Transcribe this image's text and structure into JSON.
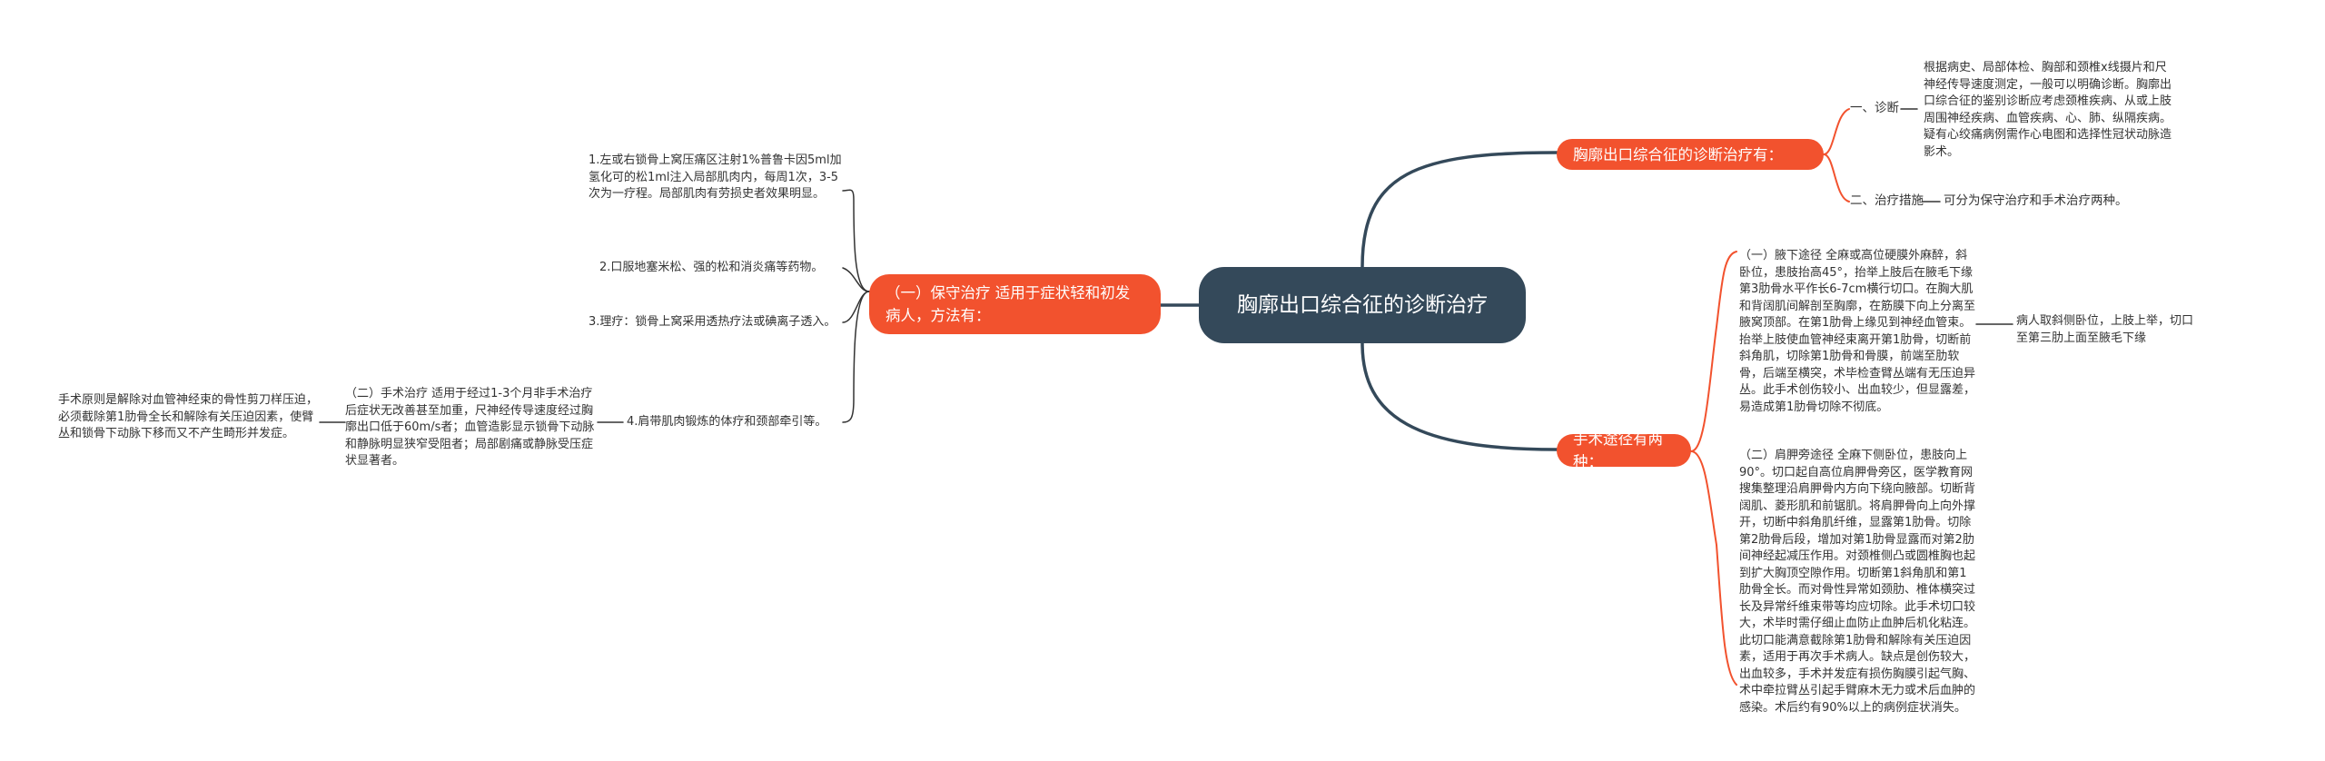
{
  "root": {
    "title": "胸廓出口综合征的诊断治疗"
  },
  "branches": {
    "diagnosis": {
      "label": "胸廓出口综合征的诊断治疗有：",
      "sub1_label": "一、诊断",
      "sub1_text": "根据病史、局部体检、胸部和颈椎x线摄片和尺神经传导速度测定，一般可以明确诊断。胸廓出口综合征的鉴别诊断应考虑颈椎疾病、从或上肢周围神经疾病、血管疾病、心、肺、纵隔疾病。疑有心绞痛病例需作心电图和选择性冠状动脉造影术。",
      "sub2_label": "二、治疗措施",
      "sub2_text": "可分为保守治疗和手术治疗两种。"
    },
    "surgery": {
      "label": "手术途径有两种：",
      "item1_text": "（一）腋下途径  全麻或高位硬膜外麻醉，斜卧位，患肢抬高45°，抬举上肢后在腋毛下缘第3肋骨水平作长6-7cm横行切口。在胸大肌和背阔肌间解剖至胸廓，在筋膜下向上分离至腋窝顶部。在第1肋骨上缘见到神经血管束。抬举上肢使血管神经束离开第1肋骨，切断前斜角肌，切除第1肋骨和骨膜，前端至肋软骨，后端至横突，术毕检查臂丛端有无压迫异丛。此手术创伤较小、出血较少，但显露差，易造成第1肋骨切除不彻底。",
      "item1_note": "病人取斜侧卧位，上肢上举，切口至第三肋上面至腋毛下缘",
      "item2_text": "（二）肩胛旁途径  全麻下侧卧位，患肢向上90°。切口起自高位肩胛骨旁区，医学教育网搜集整理沿肩胛骨内方向下绕向腋部。切断背阔肌、菱形肌和前锯肌。将肩胛骨向上向外撑开，切断中斜角肌纤维，显露第1肋骨。切除第2肋骨后段，增加对第1肋骨显露而对第2肋间神经起减压作用。对颈椎侧凸或圆椎胸也起到扩大胸顶空隙作用。切断第1斜角肌和第1肋骨全长。而对骨性异常如颈肋、椎体横突过长及异常纤维束带等均应切除。此手术切口较大，术毕时需仔细止血防止血肿后机化粘连。此切口能满意截除第1肋骨和解除有关压迫因素，适用于再次手术病人。缺点是创伤较大，出血较多，手术并发症有损伤胸膜引起气胸、术中牵拉臂丛引起手臂麻木无力或术后血肿的感染。术后约有90%以上的病例症状消失。"
    },
    "conservative": {
      "label": "（一）保守治疗  适用于症状轻和初发病人，方法有：",
      "items": [
        "1.左或右锁骨上窝压痛区注射1%普鲁卡因5ml加氢化可的松1ml注入局部肌肉内，每周1次，3-5次为一疗程。局部肌肉有劳损史者效果明显。",
        "2.口服地塞米松、强的松和消炎痛等药物。",
        "3.理疗：锁骨上窝采用透热疗法或碘离子透入。",
        "4.肩带肌肉锻炼的体疗和颈部牵引等。"
      ],
      "surgical_text": "（二）手术治疗  适用于经过1-3个月非手术治疗后症状无改善甚至加重，尺神经传导速度经过胸廓出口低于60m/s者；血管造影显示锁骨下动脉和静脉明显狭窄受阻者；局部剧痛或静脉受压症状显著者。",
      "principle_text": "手术原则是解除对血管神经束的骨性剪刀样压迫，必须截除第1肋骨全长和解除有关压迫因素，使臂丛和锁骨下动脉下移而又不产生畸形并发症。"
    }
  },
  "colors": {
    "root_bg": "#34495a",
    "accent": "#f2522e",
    "line_dark": "#34495a",
    "text": "#333333"
  }
}
